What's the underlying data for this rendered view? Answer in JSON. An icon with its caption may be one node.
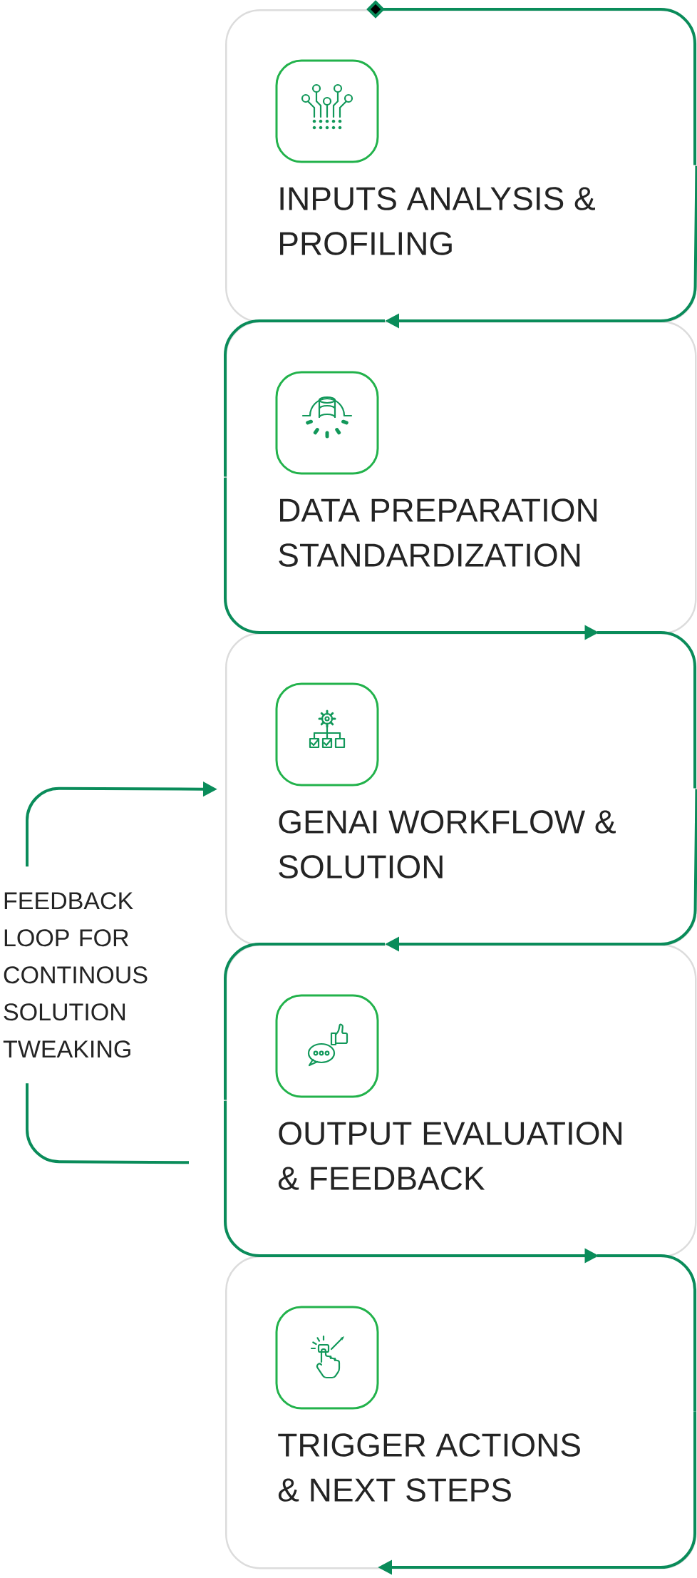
{
  "diagram": {
    "nodes": [
      {
        "text": [
          "INPUTS ANALYSIS & PROFILING"
        ]
      },
      {
        "text": [
          "DATA PREPARATION STANDARDIZATION"
        ]
      },
      {
        "text": [
          "GENAI WORKFLOW & SOLUTION"
        ]
      },
      {
        "text": [
          "OUTPUT EVALUATION & FEEDBACK"
        ]
      },
      {
        "text": [
          "TRIGGER ACTIONS & NEXT STEPS"
        ]
      }
    ],
    "edges": [
      {
        "from": 0,
        "to": 1,
        "arrow": "to"
      },
      {
        "from": 1,
        "to": 2,
        "arrow": "to"
      },
      {
        "from": 2,
        "to": 3,
        "arrow": "to"
      },
      {
        "from": 3,
        "to": 4,
        "arrow": "to"
      },
      {
        "from": 3,
        "to": 2,
        "arrow": "to",
        "label": "FEEDBACK LOOP FOR CONTINOUS SOLUTION TWEAKING"
      }
    ]
  }
}
